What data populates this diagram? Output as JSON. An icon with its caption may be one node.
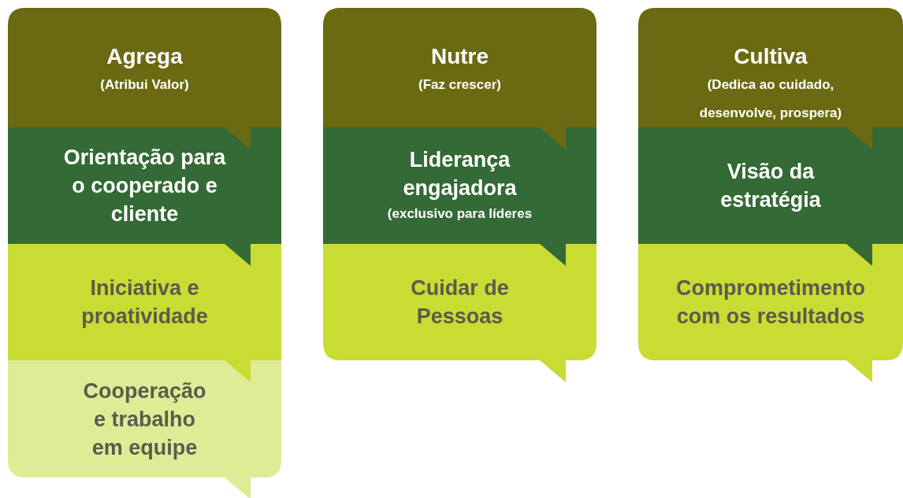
{
  "diagram": {
    "nodes": [
      {
        "text": [
          "Agrega",
          "(Atribui Valor)"
        ]
      },
      {
        "text": [
          "Orientação para o cooperado e cliente"
        ]
      },
      {
        "text": [
          "Iniciativa e proatividade"
        ]
      },
      {
        "text": [
          "Cooperação e trabalho em equipe"
        ]
      },
      {
        "text": [
          "Nutre",
          "(Faz crescer)"
        ]
      },
      {
        "text": [
          "Liderança engajadora",
          "(exclusivo para líderes"
        ]
      },
      {
        "text": [
          "Cuidar de Pessoas"
        ]
      },
      {
        "text": [
          "Cultiva",
          "(Dedica ao cuidado, desenvolve, prospera)"
        ]
      },
      {
        "text": [
          "Visão da estratégia"
        ]
      },
      {
        "text": [
          "Comprometimento com os resultados"
        ]
      }
    ]
  }
}
